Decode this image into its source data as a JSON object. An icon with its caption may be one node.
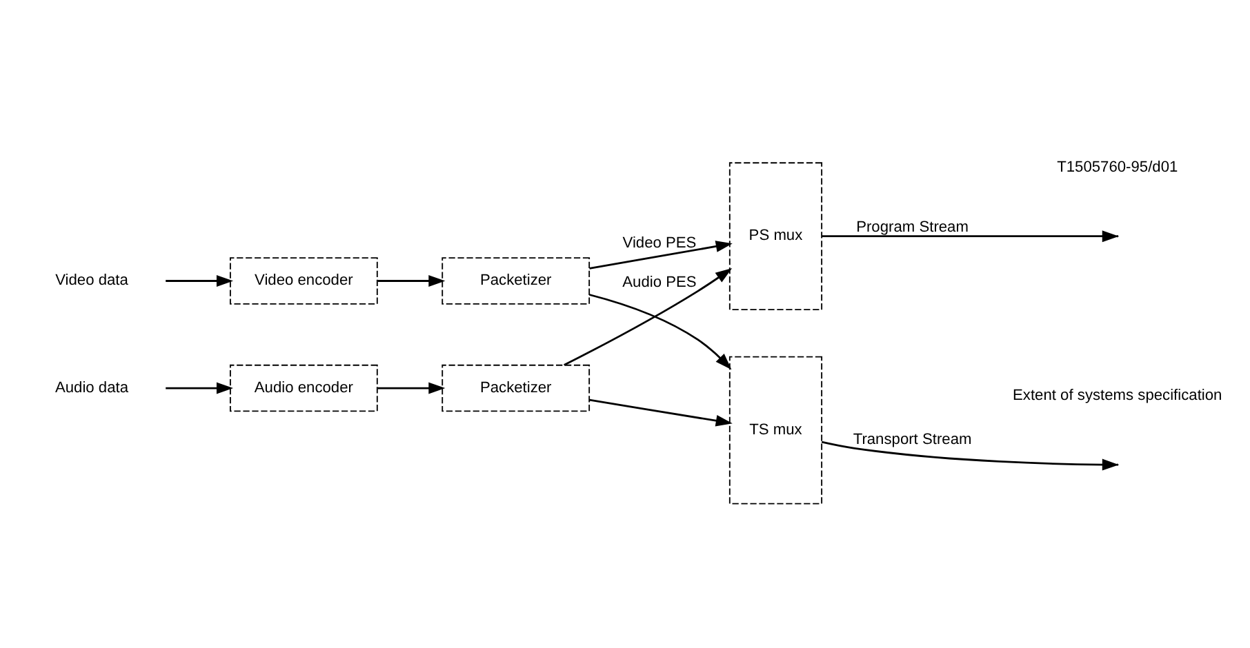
{
  "diagram": {
    "nodes": [
      {
        "text": [
          "Video data"
        ]
      },
      {
        "text": [
          "Audio data"
        ]
      },
      {
        "text": [
          "Video encoder"
        ]
      },
      {
        "text": [
          "Audio encoder"
        ]
      },
      {
        "text": [
          "Packetizer"
        ]
      },
      {
        "text": [
          "Packetizer"
        ]
      },
      {
        "text": [
          "PS mux"
        ]
      },
      {
        "text": [
          "TS mux"
        ]
      }
    ],
    "edges": [
      {
        "from": 0,
        "to": 2,
        "arrow": "to"
      },
      {
        "from": 1,
        "to": 3,
        "arrow": "to"
      },
      {
        "from": 2,
        "to": 4,
        "arrow": "to"
      },
      {
        "from": 3,
        "to": 5,
        "arrow": "to"
      },
      {
        "from": 4,
        "to": 6,
        "arrow": "to",
        "label": "Video PES"
      },
      {
        "from": 4,
        "to": 7,
        "arrow": "to"
      },
      {
        "from": 5,
        "to": 6,
        "arrow": "to",
        "label": "Audio PES"
      },
      {
        "from": 5,
        "to": 7,
        "arrow": "to"
      },
      {
        "from": 6,
        "to": null,
        "arrow": "to",
        "label": "Program Stream"
      },
      {
        "from": 7,
        "to": null,
        "arrow": "to",
        "label": "Transport Stream"
      }
    ],
    "labels": [
      "Extent of systems specification",
      "T1505760-95/d01"
    ]
  }
}
